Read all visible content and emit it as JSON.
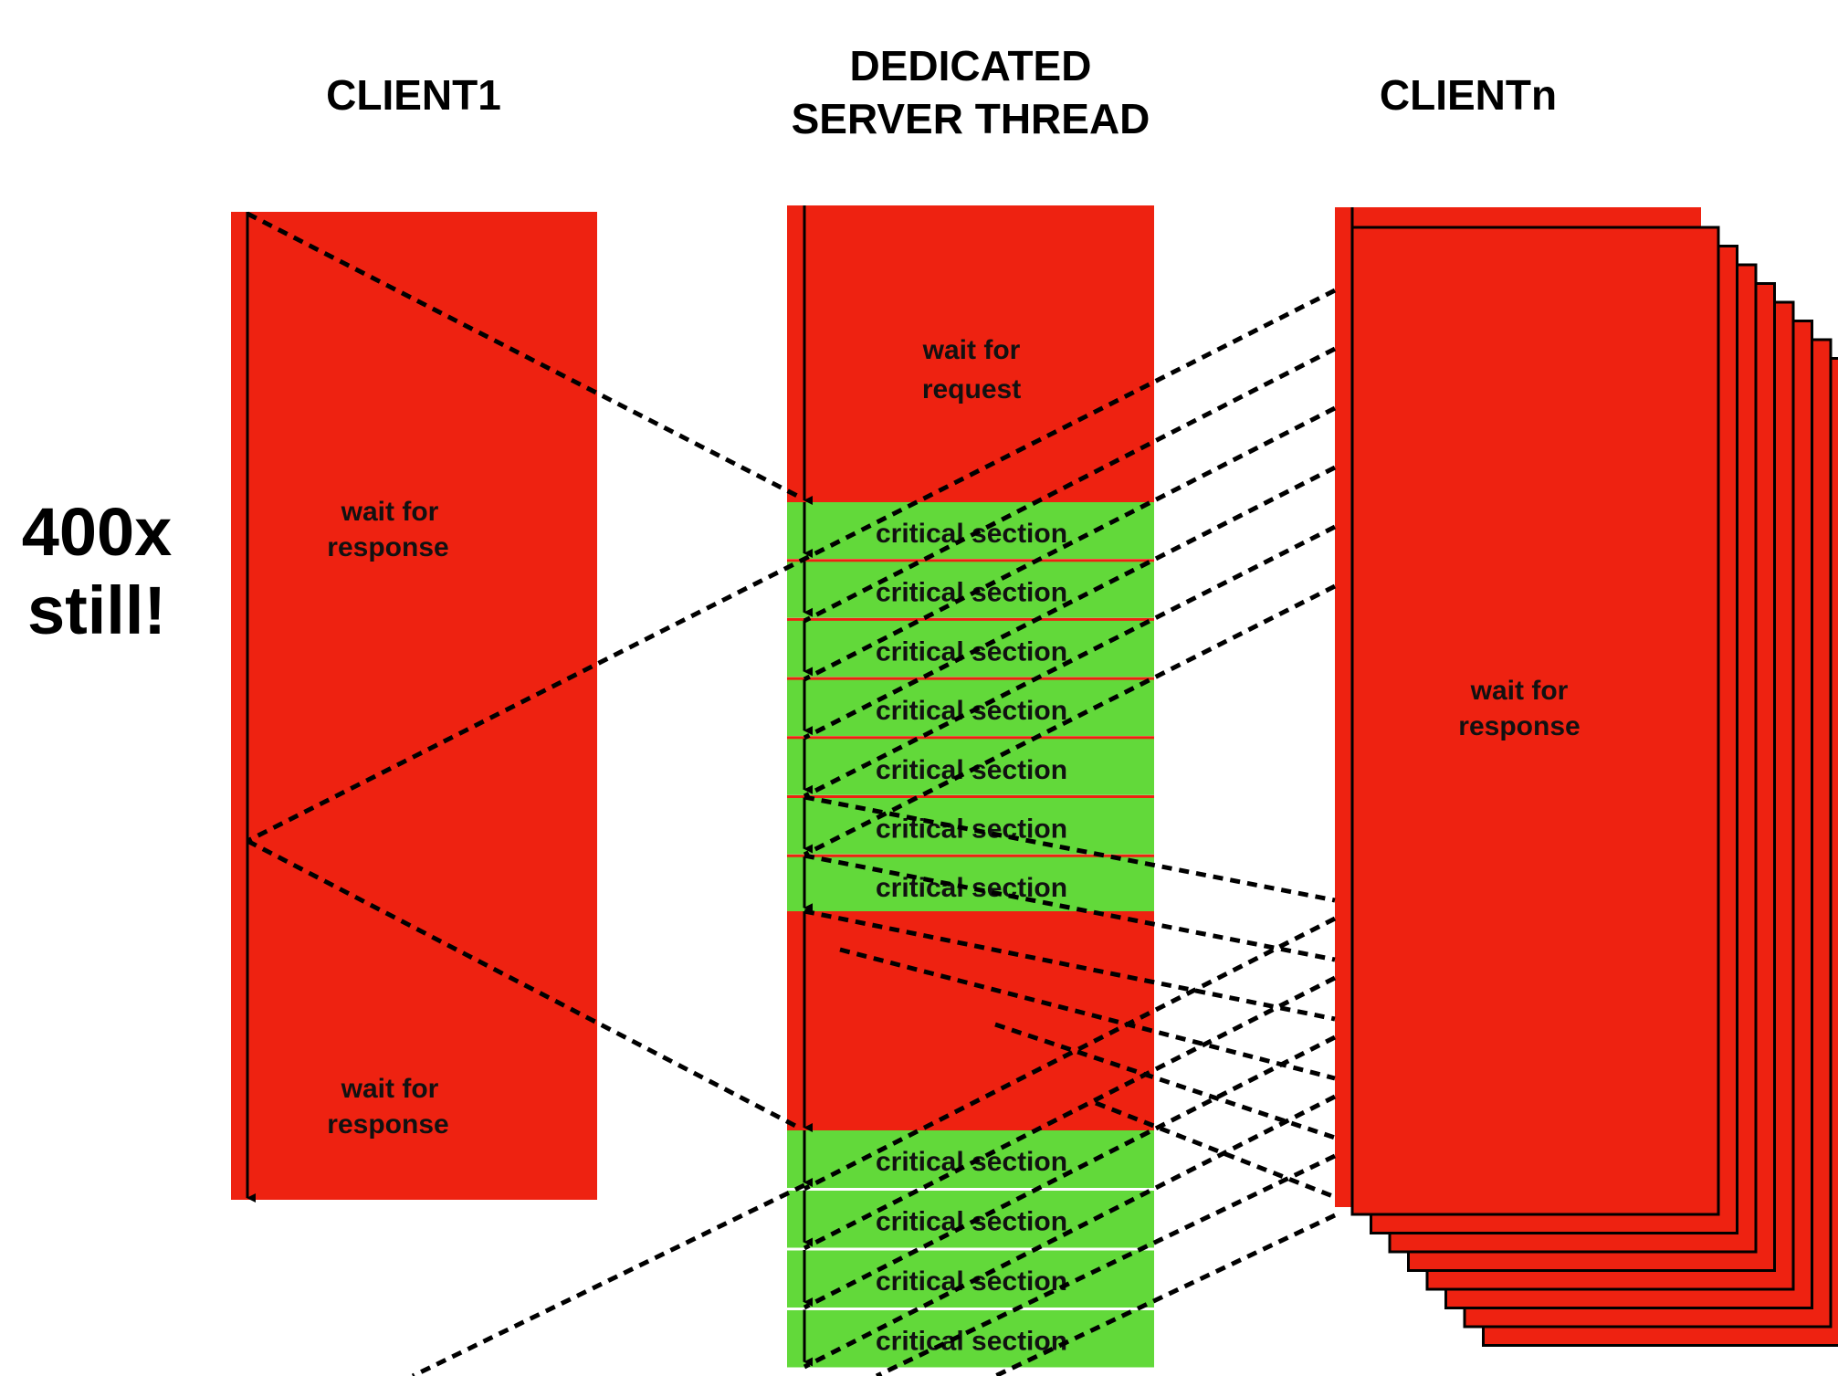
{
  "headings": {
    "client1": "CLIENT1",
    "server_line1": "DEDICATED",
    "server_line2": "SERVER THREAD",
    "clientn": "CLIENTn"
  },
  "side_note": {
    "line1": "400x",
    "line2": "still!"
  },
  "client1": {
    "wait_upper": [
      "wait for",
      "response"
    ],
    "wait_lower": [
      "wait for",
      "response"
    ]
  },
  "server": {
    "wait_request": [
      "wait for",
      "request"
    ],
    "critical_sections_upper": [
      "critical section",
      "critical section",
      "critical section",
      "critical section",
      "critical section",
      "critical section",
      "critical section"
    ],
    "critical_sections_lower": [
      "critical section",
      "critical section",
      "critical section",
      "critical section"
    ]
  },
  "clientn": {
    "wait": [
      "wait for",
      "response"
    ]
  },
  "colors": {
    "waiting": "#ee2211",
    "critical": "#62d93a",
    "arrow": "#000000"
  }
}
